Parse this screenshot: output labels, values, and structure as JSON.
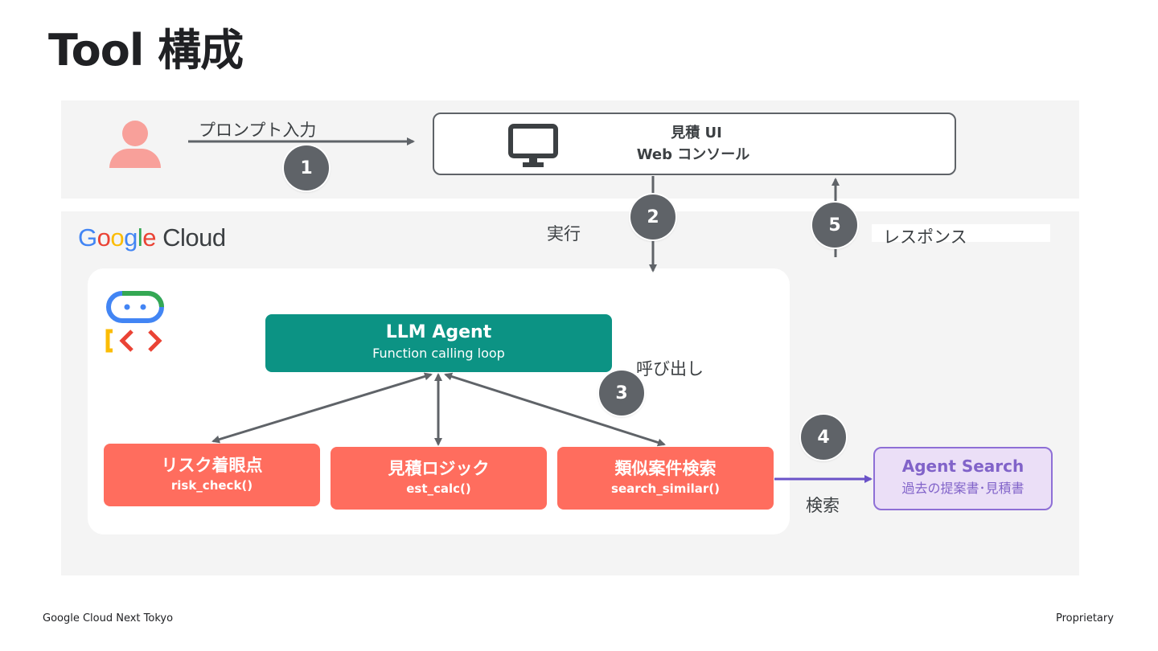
{
  "title": "Tool 構成",
  "user": {
    "prompt_label": "プロンプト入力"
  },
  "ui_box": {
    "line1": "見積 UI",
    "line2": "Web コンソール"
  },
  "brand": {
    "google_letters": [
      "G",
      "o",
      "o",
      "g",
      "l",
      "e"
    ],
    "cloud": "Cloud",
    "letter_colors": [
      "#4285f4",
      "#ea4335",
      "#fbbc04",
      "#4285f4",
      "#34a853",
      "#ea4335"
    ]
  },
  "labels": {
    "execute": "実行",
    "response": "レスポンス",
    "call": "呼び出し",
    "search": "検索"
  },
  "steps": [
    "1",
    "2",
    "3",
    "4",
    "5"
  ],
  "llm_agent": {
    "title": "LLM Agent",
    "subtitle": "Function calling loop"
  },
  "functions": [
    {
      "title": "リスク着眼点",
      "name": "risk_check()"
    },
    {
      "title": "見積ロジック",
      "name": "est_calc()"
    },
    {
      "title": "類似案件検索",
      "name": "search_similar()"
    }
  ],
  "agent_search": {
    "title": "Agent Search",
    "subtitle": "過去の提案書･見積書"
  },
  "footer": {
    "left": "Google Cloud Next Tokyo",
    "right": "Proprietary"
  },
  "colors": {
    "llm": "#0c9384",
    "function": "#ff6d5e",
    "agent_search_bg": "#ebdff7",
    "agent_search_accent": "#8e6fd6",
    "user_icon": "#f8a09a",
    "step_circle": "#5f6368"
  },
  "icons": [
    "user-icon",
    "monitor-icon",
    "agent-builder-icon"
  ]
}
